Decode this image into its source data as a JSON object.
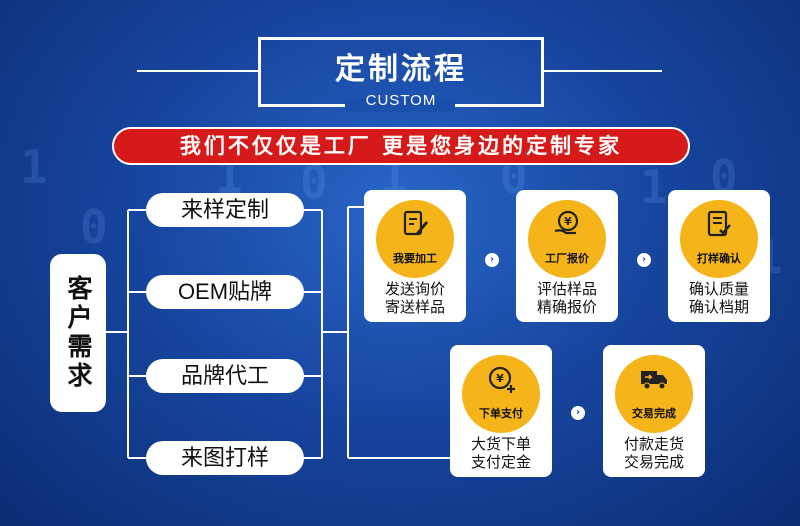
{
  "header": {
    "title": "定制流程",
    "subtitle": "CUSTOM"
  },
  "banner": "我们不仅仅是工厂 更是您身边的定制专家",
  "customer_label": "客户需求",
  "options": [
    "来样定制",
    "OEM贴牌",
    "品牌代工",
    "来图打样"
  ],
  "steps": [
    {
      "label": "我要加工",
      "desc1": "发送询价",
      "desc2": "寄送样品",
      "icon": "edit-document-icon"
    },
    {
      "label": "工厂报价",
      "desc1": "评估样品",
      "desc2": "精确报价",
      "icon": "yuan-coin-hand-icon"
    },
    {
      "label": "打样确认",
      "desc1": "确认质量",
      "desc2": "确认档期",
      "icon": "checklist-document-icon"
    },
    {
      "label": "下单支付",
      "desc1": "大货下单",
      "desc2": "支付定金",
      "icon": "yuan-coin-add-icon"
    },
    {
      "label": "交易完成",
      "desc1": "付款走货",
      "desc2": "交易完成",
      "icon": "delivery-truck-icon"
    }
  ],
  "background_digits": [
    "1",
    "0",
    "1",
    "0",
    "1",
    "0",
    "1",
    "0",
    "1"
  ],
  "colors": {
    "accent": "#f4b41a",
    "banner": "#d61a1a",
    "background": "#1b4fac"
  }
}
